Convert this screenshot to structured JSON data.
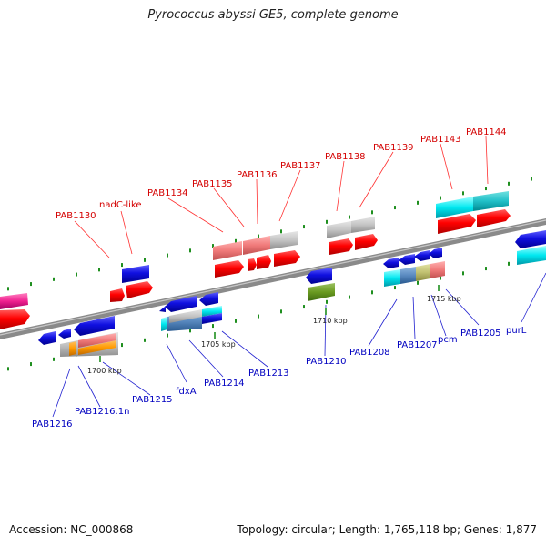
{
  "title": "Pyrococcus abyssi GE5, complete genome",
  "footer": {
    "accession": "Accession: NC_000868",
    "summary": "Topology: circular; Length: 1,765,118 bp; Genes: 1,877"
  },
  "colors": {
    "forward": "#ff0000",
    "reverse": "#1010e0",
    "backbone": "#808080",
    "tick": "#1f8f1f",
    "label_forward": "#d40000",
    "label_reverse": "#0000c0"
  },
  "kbp_markers": [
    "1700 kbp",
    "1705 kbp",
    "1710 kbp",
    "1715 kbp"
  ],
  "forward_genes": [
    {
      "label": "PAB1130"
    },
    {
      "label": "nadC-like"
    },
    {
      "label": "PAB1134"
    },
    {
      "label": "PAB1135"
    },
    {
      "label": "PAB1136"
    },
    {
      "label": "PAB1137"
    },
    {
      "label": "PAB1138"
    },
    {
      "label": "PAB1139"
    },
    {
      "label": "PAB1143"
    },
    {
      "label": "PAB1144"
    }
  ],
  "reverse_genes": [
    {
      "label": "PAB1216"
    },
    {
      "label": "PAB1216.1n"
    },
    {
      "label": "PAB1215"
    },
    {
      "label": "fdxA"
    },
    {
      "label": "PAB1214"
    },
    {
      "label": "PAB1213"
    },
    {
      "label": "PAB1210"
    },
    {
      "label": "PAB1208"
    },
    {
      "label": "PAB1207"
    },
    {
      "label": "pcm"
    },
    {
      "label": "PAB1205"
    },
    {
      "label": "purL"
    }
  ]
}
